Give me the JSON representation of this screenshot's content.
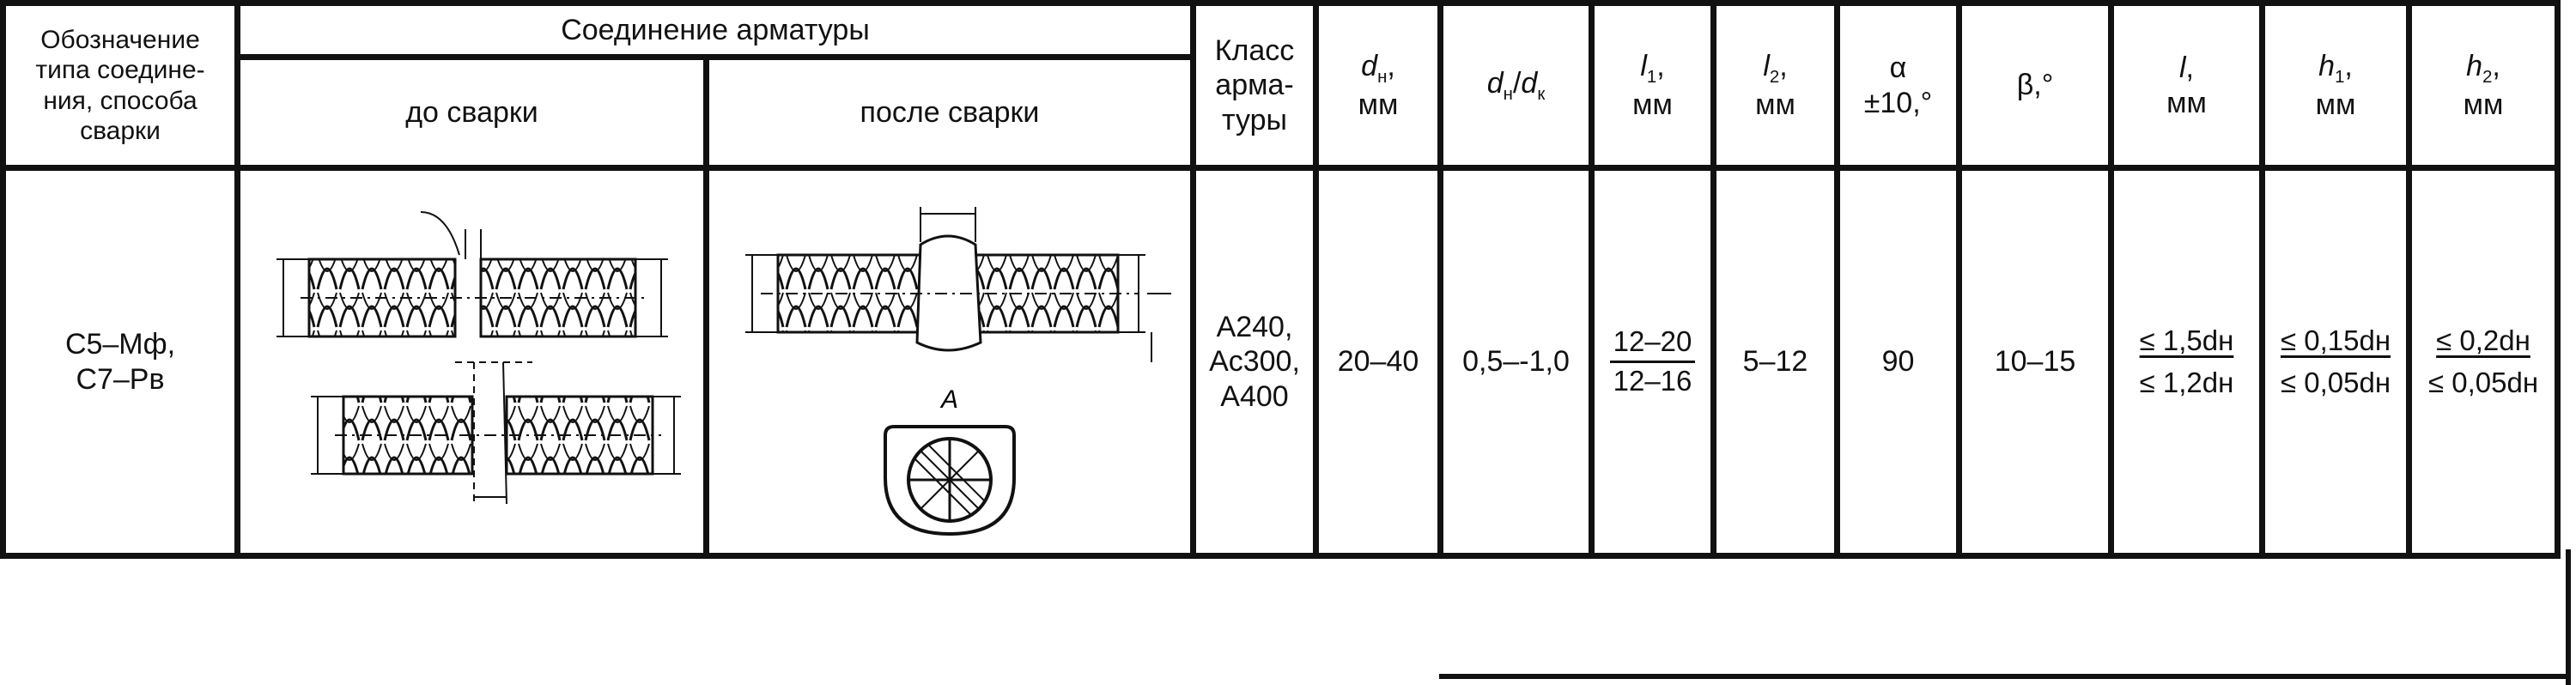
{
  "header": {
    "designation": [
      "Обозначение",
      "типа соедине-",
      "ния, способа",
      "сварки"
    ],
    "joint": "Соединение арматуры",
    "before": "до сварки",
    "after": "после сварки",
    "rebar_class": [
      "Класс",
      "арма-",
      "туры"
    ],
    "dn": {
      "sym": "d",
      "sub": "н",
      "unit": "мм"
    },
    "ratio": {
      "a": "d",
      "a_sub": "н",
      "sep": "/",
      "b": "d",
      "b_sub": "к"
    },
    "l1": {
      "sym": "l",
      "sub": "1",
      "unit": "мм"
    },
    "l2": {
      "sym": "l",
      "sub": "2",
      "unit": "мм"
    },
    "alpha": {
      "sym": "α",
      "tol": "±10,°"
    },
    "beta": {
      "sym": "β,°"
    },
    "l": {
      "sym": "l",
      "unit": "мм"
    },
    "h1": {
      "sym": "h",
      "sub": "1",
      "unit": "мм"
    },
    "h2": {
      "sym": "h",
      "sub": "2",
      "unit": "мм"
    }
  },
  "row": {
    "designation": [
      "С5–Мф,",
      "С7–Рв"
    ],
    "section_label": "А",
    "rebar_class": [
      "А240,",
      "Ас300,",
      "А400"
    ],
    "dn": "20–40",
    "ratio": "0,5–-1,0",
    "l1": {
      "num": "12–20",
      "den": "12–16"
    },
    "l2": "5–12",
    "alpha": "90",
    "beta": "10–15",
    "l": {
      "num": "≤ 1,5dн",
      "den": "≤ 1,2dн"
    },
    "h1": {
      "num": "≤ 0,15dн",
      "den": "≤ 0,05dн"
    },
    "h2": {
      "num": "≤ 0,2dн",
      "den": "≤ 0,05dн"
    }
  }
}
